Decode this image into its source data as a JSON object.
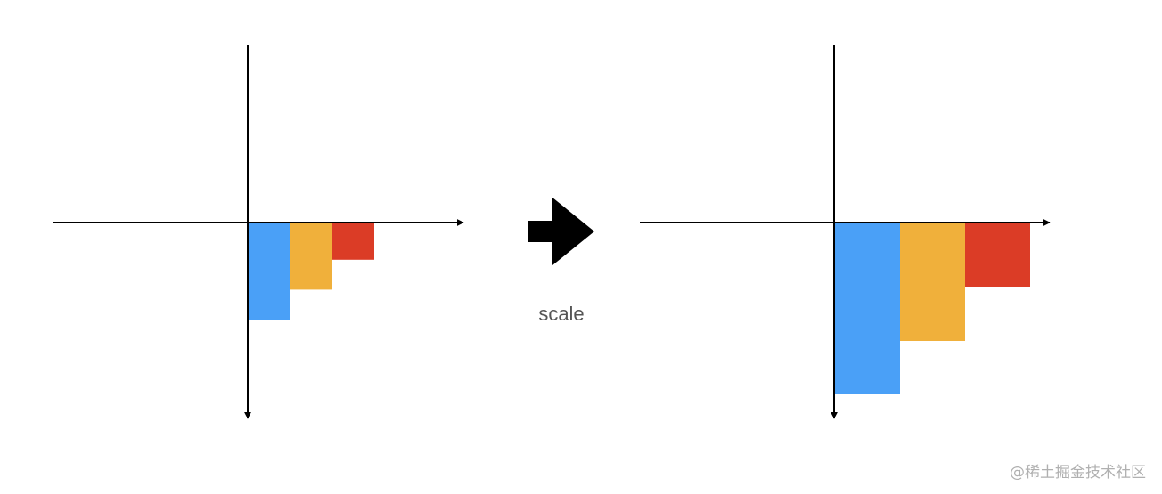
{
  "caption": "scale",
  "watermark": "@稀土掘金技术社区",
  "colors": {
    "axis": "#000000",
    "arrow": "#000000",
    "bars": [
      "#4aa0f7",
      "#f0b03b",
      "#db3c26"
    ]
  },
  "bars": {
    "before": [
      0.45,
      0.31,
      0.17
    ],
    "after": [
      0.8,
      0.55,
      0.3
    ]
  },
  "icons": {
    "transform_arrow": "right-arrow-icon"
  }
}
